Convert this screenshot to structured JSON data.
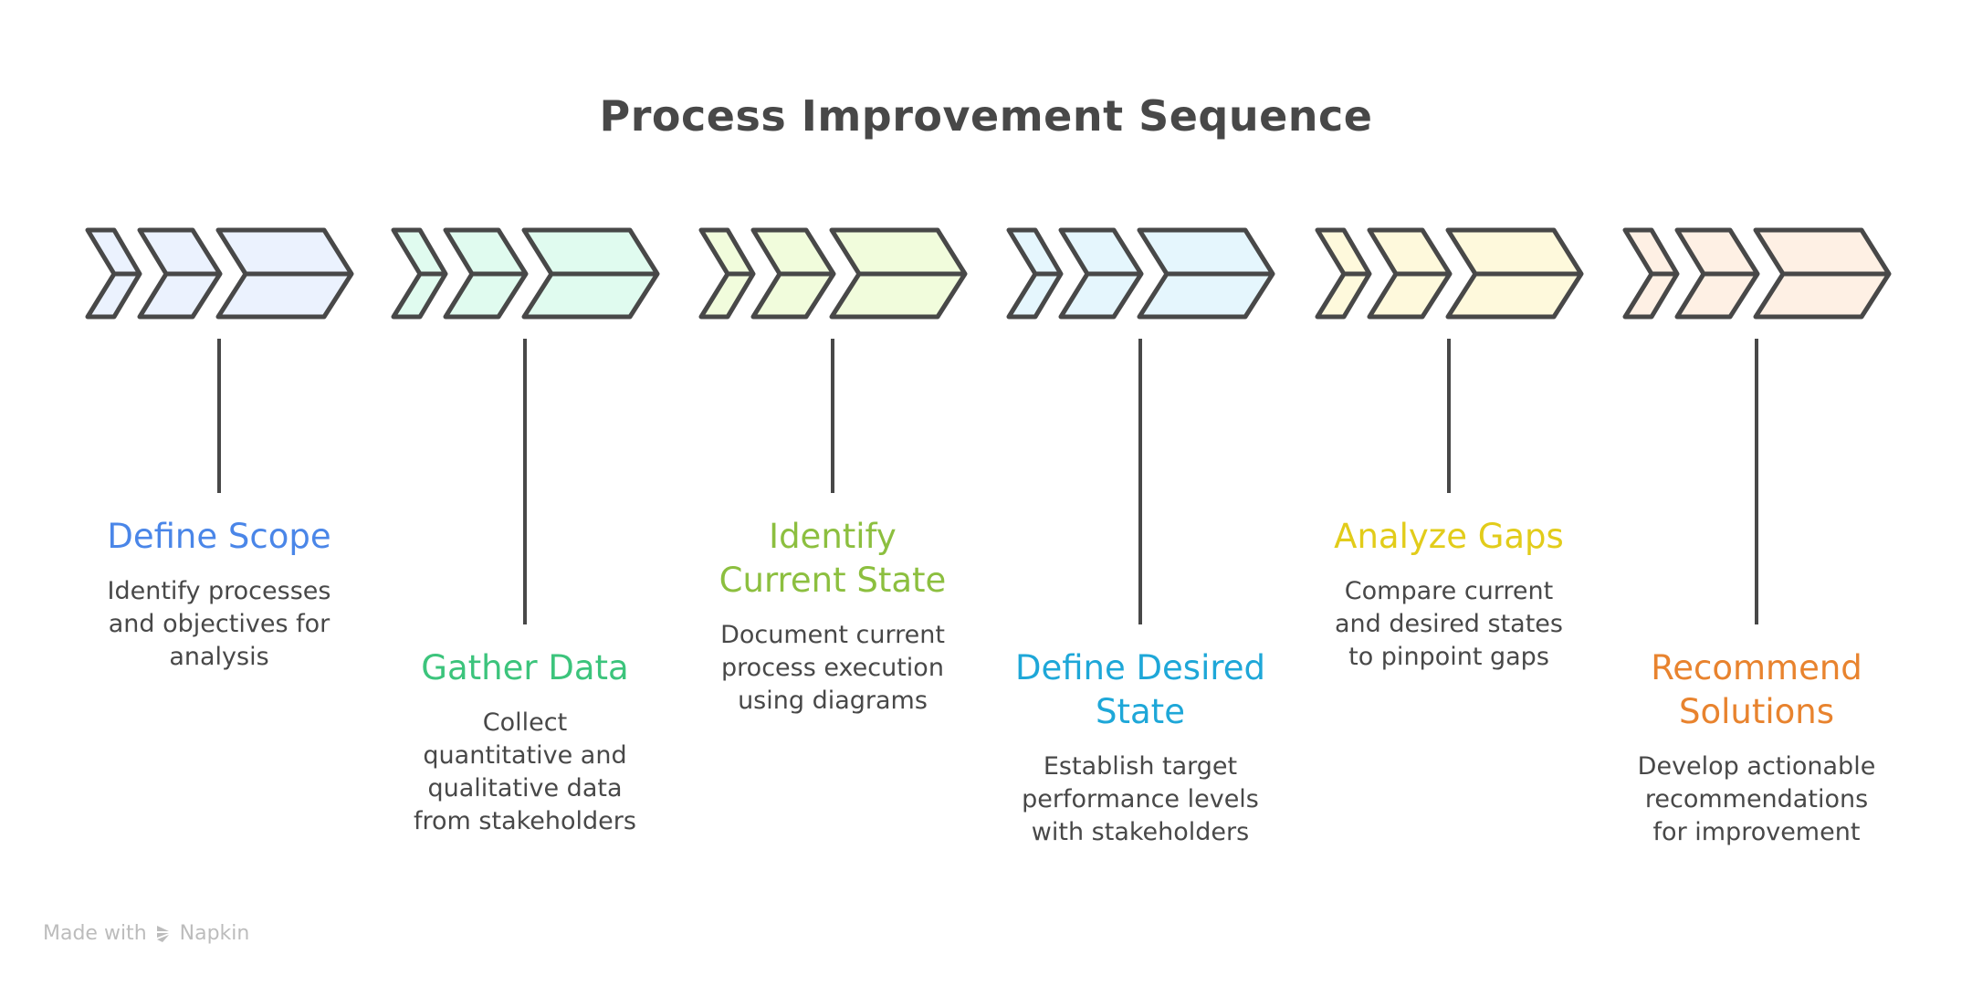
{
  "title": "Process Improvement Sequence",
  "stroke_color": "#484848",
  "steps": [
    {
      "title": "Define Scope",
      "title_lines": [
        "Define Scope"
      ],
      "color": "#4a86e8",
      "fill": "#ebf2fe",
      "description": [
        "Identify processes",
        "and objectives for",
        "analysis"
      ],
      "position": "upper"
    },
    {
      "title": "Gather Data",
      "title_lines": [
        "Gather Data"
      ],
      "color": "#3cc47c",
      "fill": "#e0fbef",
      "description": [
        "Collect",
        "quantitative and",
        "qualitative data",
        "from stakeholders"
      ],
      "position": "lower"
    },
    {
      "title": "Identify Current State",
      "title_lines": [
        "Identify",
        "Current State"
      ],
      "color": "#8cbf3f",
      "fill": "#f1fcdc",
      "description": [
        "Document current",
        "process execution",
        "using diagrams"
      ],
      "position": "upper"
    },
    {
      "title": "Define Desired State",
      "title_lines": [
        "Define Desired",
        "State"
      ],
      "color": "#1ea7d8",
      "fill": "#e5f6fd",
      "description": [
        "Establish target",
        "performance levels",
        "with stakeholders"
      ],
      "position": "lower"
    },
    {
      "title": "Analyze Gaps",
      "title_lines": [
        "Analyze Gaps"
      ],
      "color": "#e2cc1a",
      "fill": "#fef9dc",
      "description": [
        "Compare current",
        "and desired states",
        "to pinpoint gaps"
      ],
      "position": "upper"
    },
    {
      "title": "Recommend Solutions",
      "title_lines": [
        "Recommend",
        "Solutions"
      ],
      "color": "#e8832e",
      "fill": "#fef0e4",
      "description": [
        "Develop actionable",
        "recommendations",
        "for improvement"
      ],
      "position": "lower"
    }
  ],
  "footer": {
    "prefix": "Made with",
    "brand": "Napkin",
    "icon": "napkin-logo-icon"
  }
}
